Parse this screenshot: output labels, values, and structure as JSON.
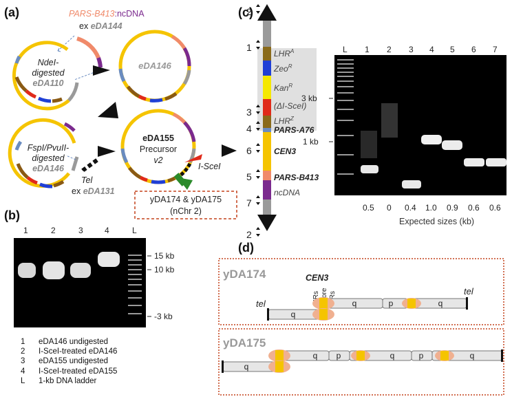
{
  "panels": {
    "a": "(a)",
    "b": "(b)",
    "c": "(c)",
    "d": "(d)"
  },
  "panel_a": {
    "insert_label_1": "PARS-B413",
    "insert_label_2": ":ncDNA",
    "ex_label": "ex",
    "ex_source_1": "eDA144",
    "p1_l1": "NdeI-",
    "p1_l2": "digested",
    "p1_l3": "eDA110",
    "p2_l1": "eDA146",
    "p3_l1": "FspI/PvuII-",
    "p3_l2": "digested",
    "p3_l3": "eDA146",
    "p4_l1": "eDA155",
    "p4_l2": "Precursor",
    "p4_l3": "v2",
    "tel_label": "Tel",
    "ex_source_2": "eDA131",
    "isce_label": "I-SceI",
    "box_l1": "yDA174 & yDA175",
    "box_l2": "(nChr 2)"
  },
  "panel_b": {
    "lanes": [
      "1",
      "2",
      "3",
      "4",
      "L"
    ],
    "sizes": [
      "15 kb",
      "10 kb",
      "-3 kb"
    ],
    "legend": [
      {
        "n": "1",
        "text": "eDA146 undigested"
      },
      {
        "n": "2",
        "text": "I-SceI-treated eDA146"
      },
      {
        "n": "3",
        "text": "eDA155 undigested"
      },
      {
        "n": "4",
        "text": "I-SceI-treated eDA155"
      },
      {
        "n": "L",
        "text": "1-kb DNA ladder"
      }
    ]
  },
  "panel_c": {
    "numbers": [
      "2",
      "1",
      "3",
      "4",
      "6",
      "5",
      "7",
      "2"
    ],
    "elements": [
      "LHR",
      "A",
      "Zeo",
      "R",
      "Kan",
      "R",
      "(ΔI-SceI)",
      "LHR",
      "Z",
      "PARS-A76",
      "CEN3",
      "PARS-B413",
      "ncDNA"
    ],
    "gel_lanes": [
      "L",
      "1",
      "2",
      "3",
      "4",
      "5",
      "6",
      "7"
    ],
    "gel_sizes": [
      "3 kb",
      "1 kb"
    ],
    "expected": [
      "0.5",
      "0",
      "0.4",
      "1.0",
      "0.9",
      "0.6",
      "0.6"
    ],
    "expected_caption": "Expected sizes (kb)"
  },
  "panel_d": {
    "s1": {
      "name": "yDA174",
      "cen": "CEN3",
      "irs": "IRs",
      "core": "core",
      "irs2": "IRs",
      "tel_left": "tel",
      "tel_right": "tel",
      "arms": [
        "q",
        "q",
        "p",
        "q"
      ]
    },
    "s2": {
      "name": "yDA175",
      "arms": [
        "q",
        "q",
        "p",
        "q",
        "p",
        "q"
      ]
    }
  },
  "colors": {
    "yellow": "#f5c400",
    "purple": "#7b2a8e",
    "blue": "#1f3fd6",
    "red": "#e02a1a",
    "brown": "#8a5a14",
    "salmon": "#f08a6a",
    "orange_dash": "#c4401a",
    "green": "#2a8a2a",
    "grey": "#9a9a9a",
    "steel": "#6a8cc0"
  }
}
